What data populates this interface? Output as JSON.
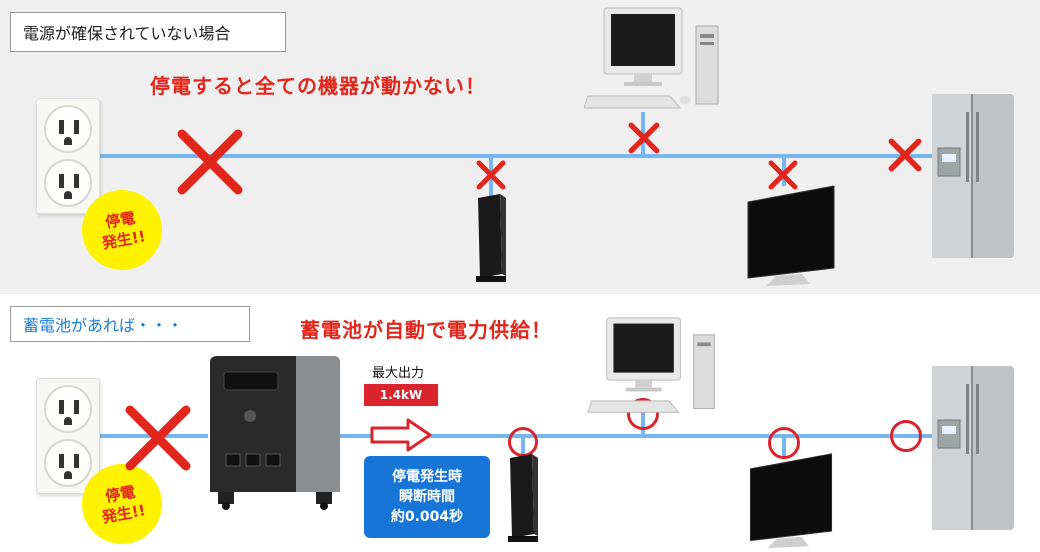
{
  "top": {
    "title": "電源が確保されていない場合",
    "headline": "停電すると全ての機器が動かない！",
    "burst_line1": "停電",
    "burst_line2": "発生!!"
  },
  "bottom": {
    "title": "蓄電池があれば・・・",
    "headline": "蓄電池が自動で電力供給！",
    "burst_line1": "停電",
    "burst_line2": "発生!!",
    "max_output_label": "最大出力",
    "max_output_value": "1.4kW",
    "info_line1": "停電発生時",
    "info_line2": "瞬断時間",
    "info_line3": "約0.004秒"
  },
  "colors": {
    "wire": "#74b6f0",
    "mark_red": "#e3261c",
    "info_blue": "#1775d8",
    "burst_yellow": "#fff200"
  },
  "icons": [
    "wall-outlet-icon",
    "desktop-pc-icon",
    "wifi-router-icon",
    "tv-icon",
    "refrigerator-icon",
    "battery-unit-icon",
    "arrow-right-icon",
    "cross-mark-icon",
    "circle-mark-icon"
  ]
}
